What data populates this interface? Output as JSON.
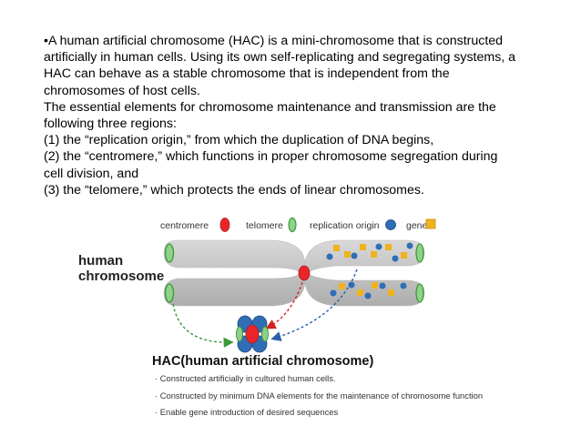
{
  "text": {
    "lines": [
      "•A human artificial chromosome (HAC) is a mini-chromosome that is constructed",
      "artificially in human cells. Using its own self-replicating and segregating systems, a",
      "HAC can behave as a stable chromosome that is independent from the",
      "chromosomes of host cells.",
      "The essential elements for chromosome maintenance and transmission are the",
      "following three regions:",
      "(1) the “replication origin,” from which the duplication of DNA begins,",
      "(2) the “centromere,” which functions in proper chromosome segregation during",
      "cell division, and",
      "(3) the “telomere,” which protects the ends of linear chromosomes."
    ]
  },
  "figure": {
    "legend": {
      "centromere": "centromere",
      "telomere": "telomere",
      "replication_origin": "replication origin",
      "gene": "gene"
    },
    "human_label_1": "human",
    "human_label_2": "chromosome",
    "hac_title": "HAC(human artificial chromosome)",
    "bullets": [
      "· Constructed artificially in cultured human cells.",
      "· Constructed by minimum DNA elements for the maintenance of chromosome function",
      "· Enable gene introduction of desired sequences"
    ],
    "colors": {
      "centromere": "#e8262a",
      "telomere": "#5cb85c",
      "replication_origin": "#2f6db5",
      "gene": "#f0b21e",
      "chromosome": "#c8c8c8"
    }
  }
}
